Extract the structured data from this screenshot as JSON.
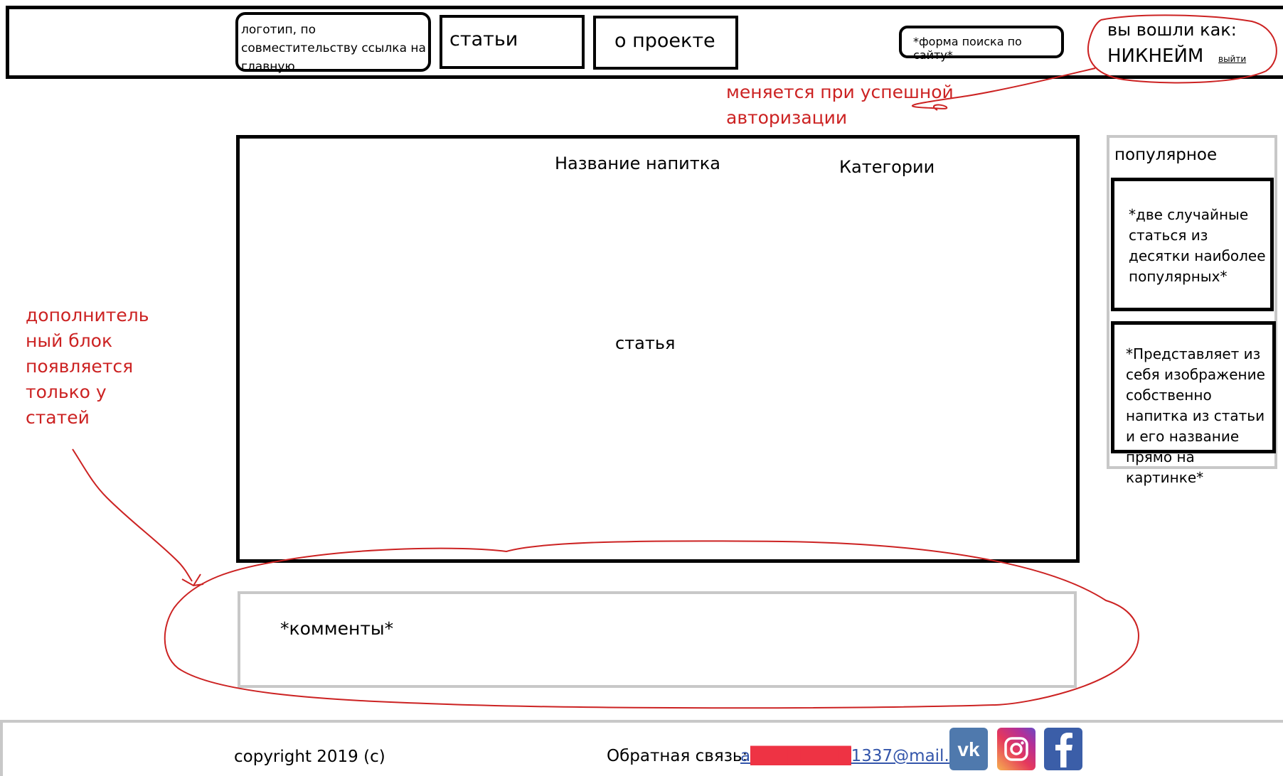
{
  "header": {
    "logo_text": "логотип, по совместительству ссылка на главную",
    "nav_articles": "статьи",
    "nav_about": "о проекте",
    "search_text": "*форма поиска по сайту*",
    "login_label": "вы вошли как:",
    "nickname": "НИКНЕЙМ",
    "logout": "выйти"
  },
  "annotations": {
    "auth_note": "меняется при успешной авторизации",
    "extra_block_note": "дополнитель ный блок появляется только у статей"
  },
  "article": {
    "drink_name": "Название напитка",
    "categories": "Категории",
    "body": "статья"
  },
  "sidebar": {
    "title": "популярное",
    "popular_desc": "*две случайные статься из десятки наиболее популярных*",
    "image_desc": "*Представляет из себя изображение собственно напитка из статьи и его название прямо на картинке*"
  },
  "comments": {
    "label": "*комменты*"
  },
  "footer": {
    "copyright": "copyright 2019 (c)",
    "feedback_label": "Обратная связь:",
    "email_prefix": "a",
    "email_redacted": "████████",
    "email_suffix": "1337@mail.ru"
  },
  "social": {
    "vk": "vk-icon",
    "instagram": "instagram-icon",
    "facebook": "facebook-icon"
  },
  "colors": {
    "annotation_red": "#cc2222",
    "light_border": "#c8c8c8",
    "link_blue": "#3355aa"
  }
}
